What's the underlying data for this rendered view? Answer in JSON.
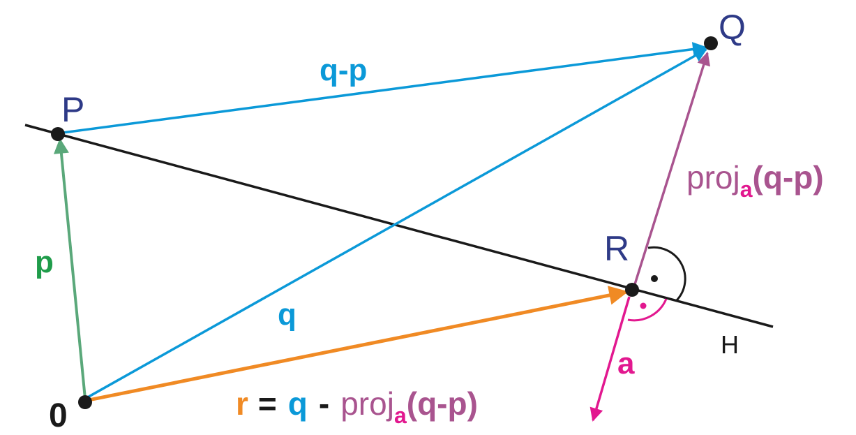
{
  "colors": {
    "point": "#1a1a1a",
    "line": "#1a1a1a",
    "label_point": "#2e3a87",
    "p": "#5aa87a",
    "p_label": "#1f9c4a",
    "q": "#0b99d8",
    "qp": "#0b99d8",
    "r": "#f08a24",
    "proj": "#a9548f",
    "a": "#e2188f",
    "right_angle_black": "#1a1a1a",
    "right_angle_pink": "#e2188f"
  },
  "labels": {
    "origin": "0",
    "P": "P",
    "Q": "Q",
    "R": "R",
    "H": "H",
    "p": "p",
    "q": "q",
    "q_minus_p": "q-p",
    "a": "a",
    "proj_text": "proj",
    "proj_sub": "a",
    "proj_open": "(",
    "proj_arg": "q-p",
    "proj_close": ")",
    "eq_r": "r",
    "eq_equals": "=",
    "eq_q": "q",
    "eq_minus": "-",
    "eq_proj_text": "proj",
    "eq_proj_sub": "a",
    "eq_open": "(",
    "eq_arg": "q-p",
    "eq_close": ")"
  },
  "icons": {
    "point": "dot",
    "arrow": "triangle-arrowhead",
    "right_angle": "arc-with-dot"
  }
}
